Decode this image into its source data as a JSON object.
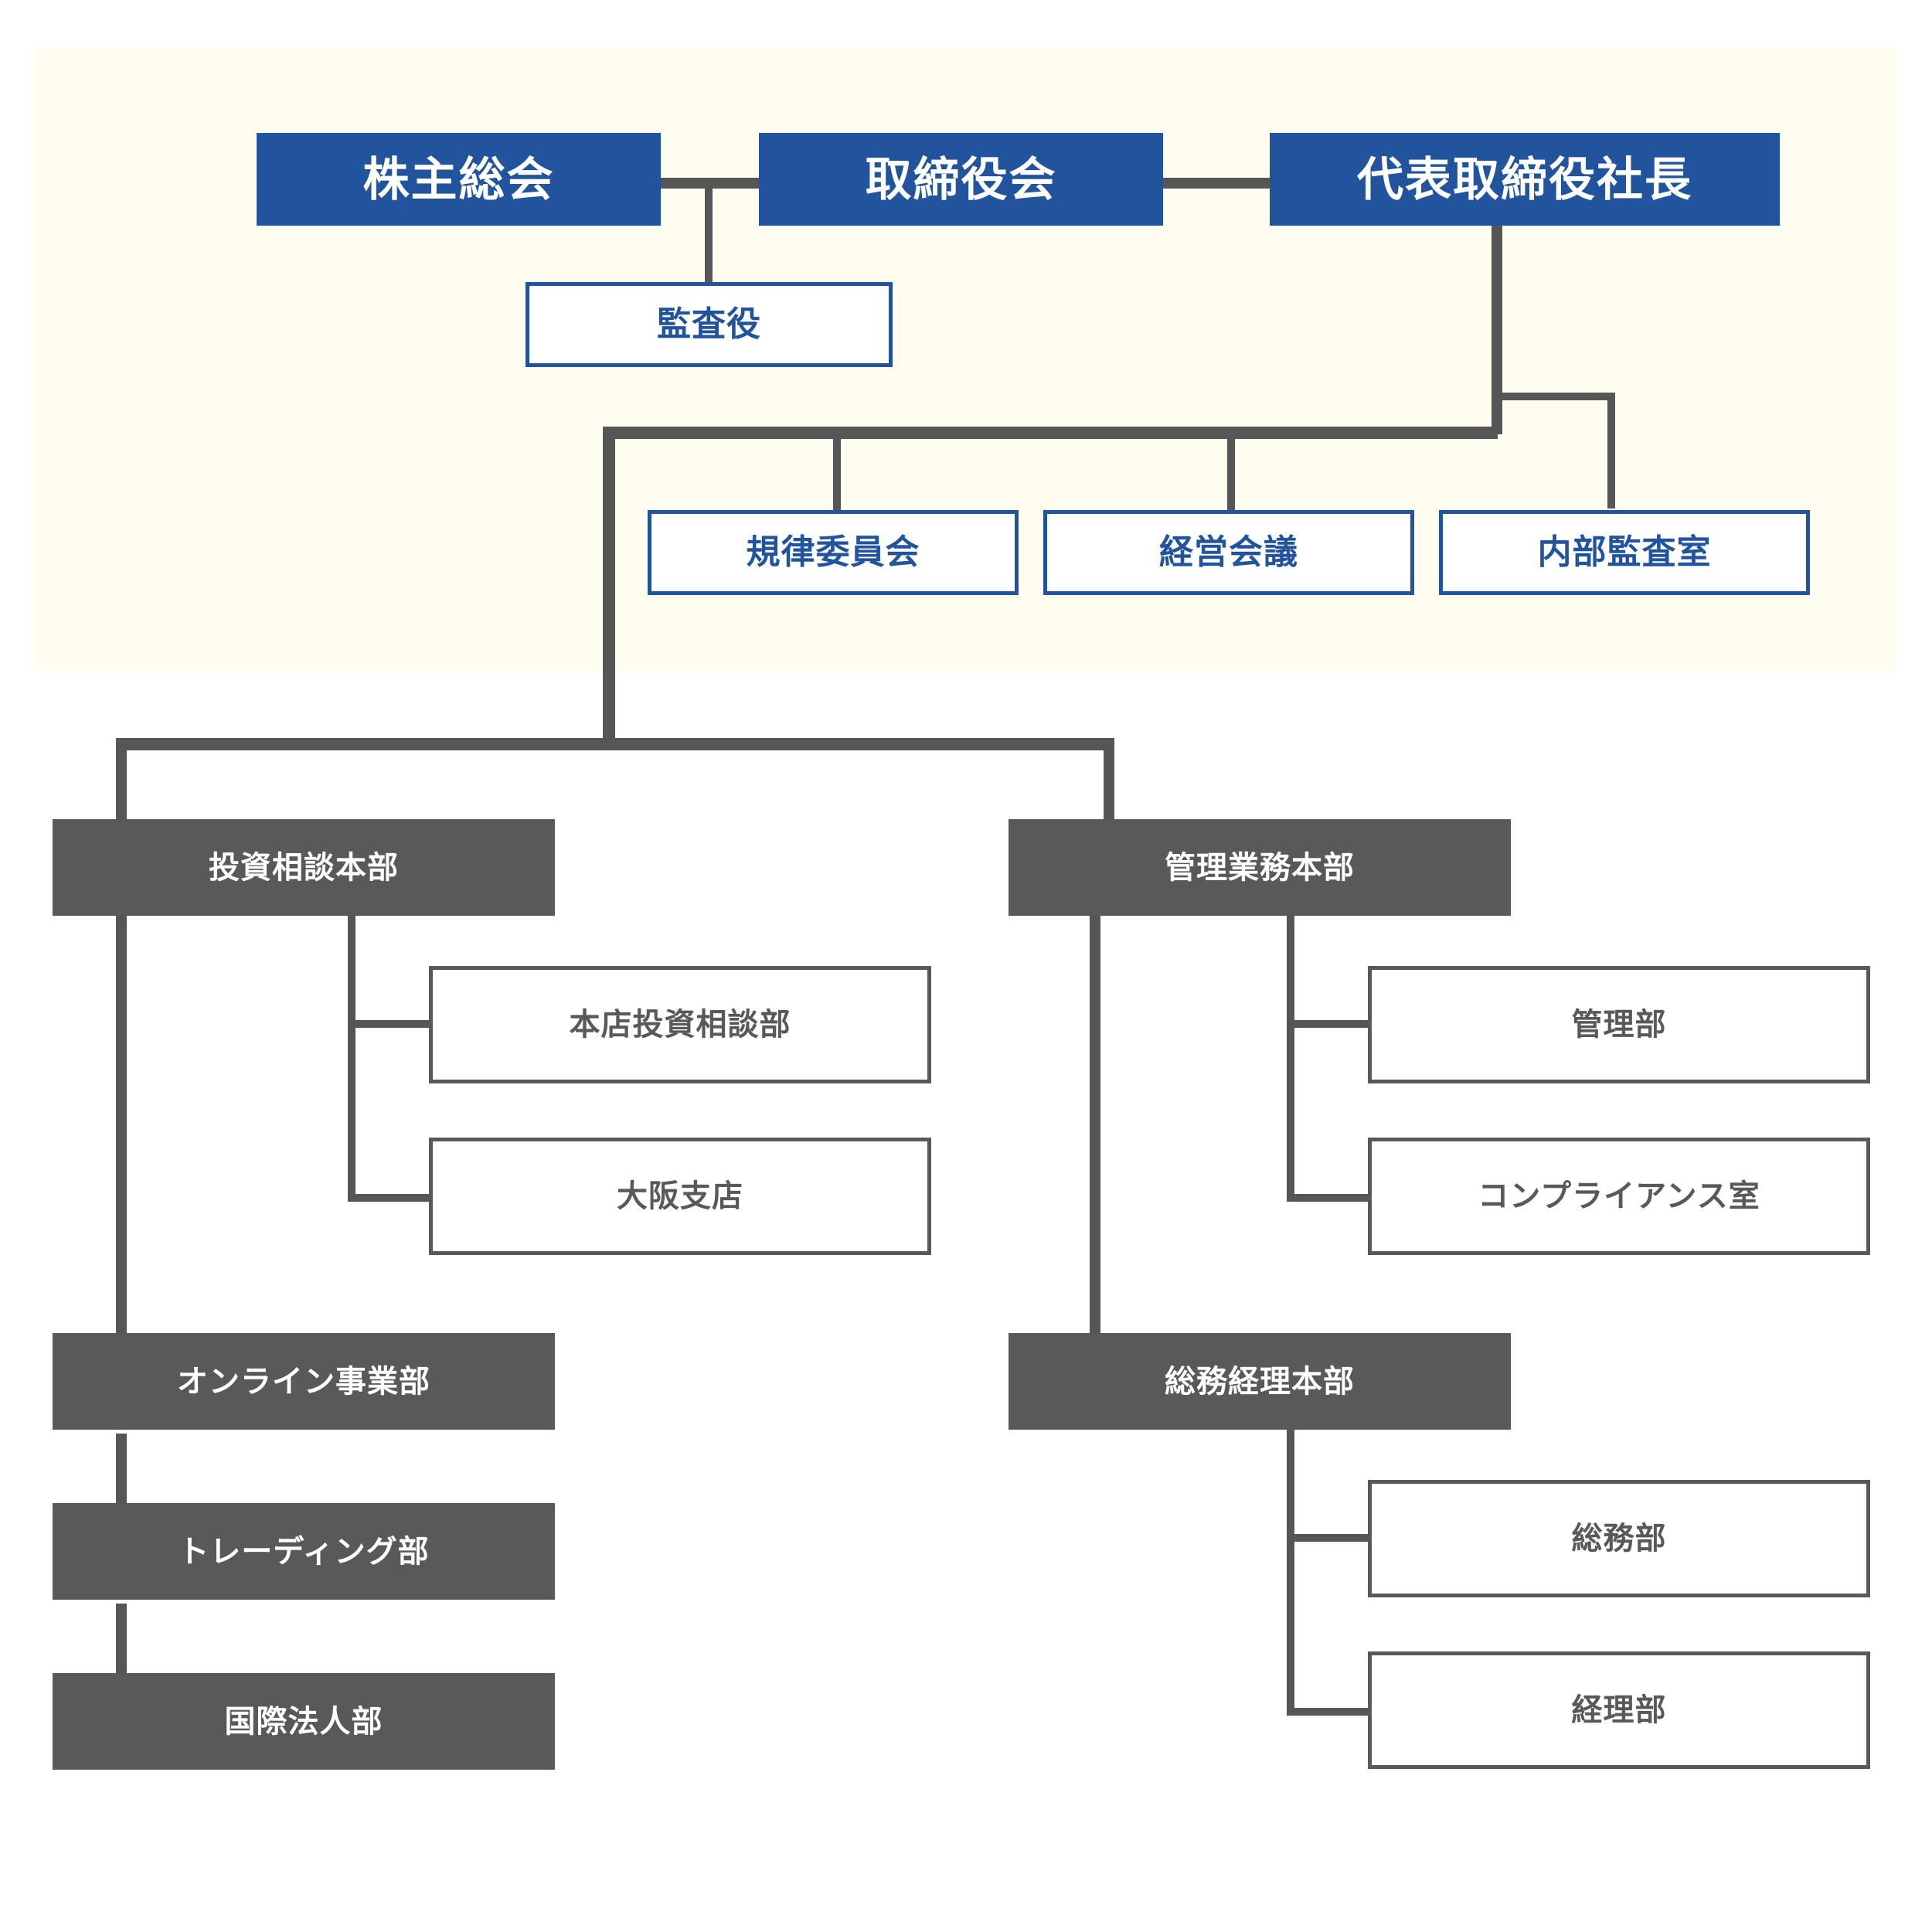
{
  "theme": {
    "panel_background": "#fffdf0",
    "page_background": "#ffffff",
    "navy": "#22549D",
    "gray_fill": "#595959",
    "line": "#565656",
    "white": "#ffffff"
  },
  "governance": {
    "shareholders_meeting": "株主総会",
    "board_of_directors": "取締役会",
    "president": "代表取締役社長",
    "auditor": "監査役",
    "committees": [
      {
        "label": "規律委員会"
      },
      {
        "label": "経営会議"
      },
      {
        "label": "内部監査室"
      }
    ]
  },
  "divisions": [
    {
      "label": "投資相談本部",
      "departments": [
        {
          "label": "本店投資相談部"
        },
        {
          "label": "大阪支店"
        }
      ]
    },
    {
      "label": "管理業務本部",
      "departments": [
        {
          "label": "管理部"
        },
        {
          "label": "コンプライアンス室"
        }
      ]
    },
    {
      "label": "オンライン事業部",
      "departments": []
    },
    {
      "label": "総務経理本部",
      "departments": [
        {
          "label": "総務部"
        },
        {
          "label": "経理部"
        }
      ]
    },
    {
      "label": "トレーディング部",
      "departments": []
    },
    {
      "label": "国際法人部",
      "departments": []
    }
  ]
}
